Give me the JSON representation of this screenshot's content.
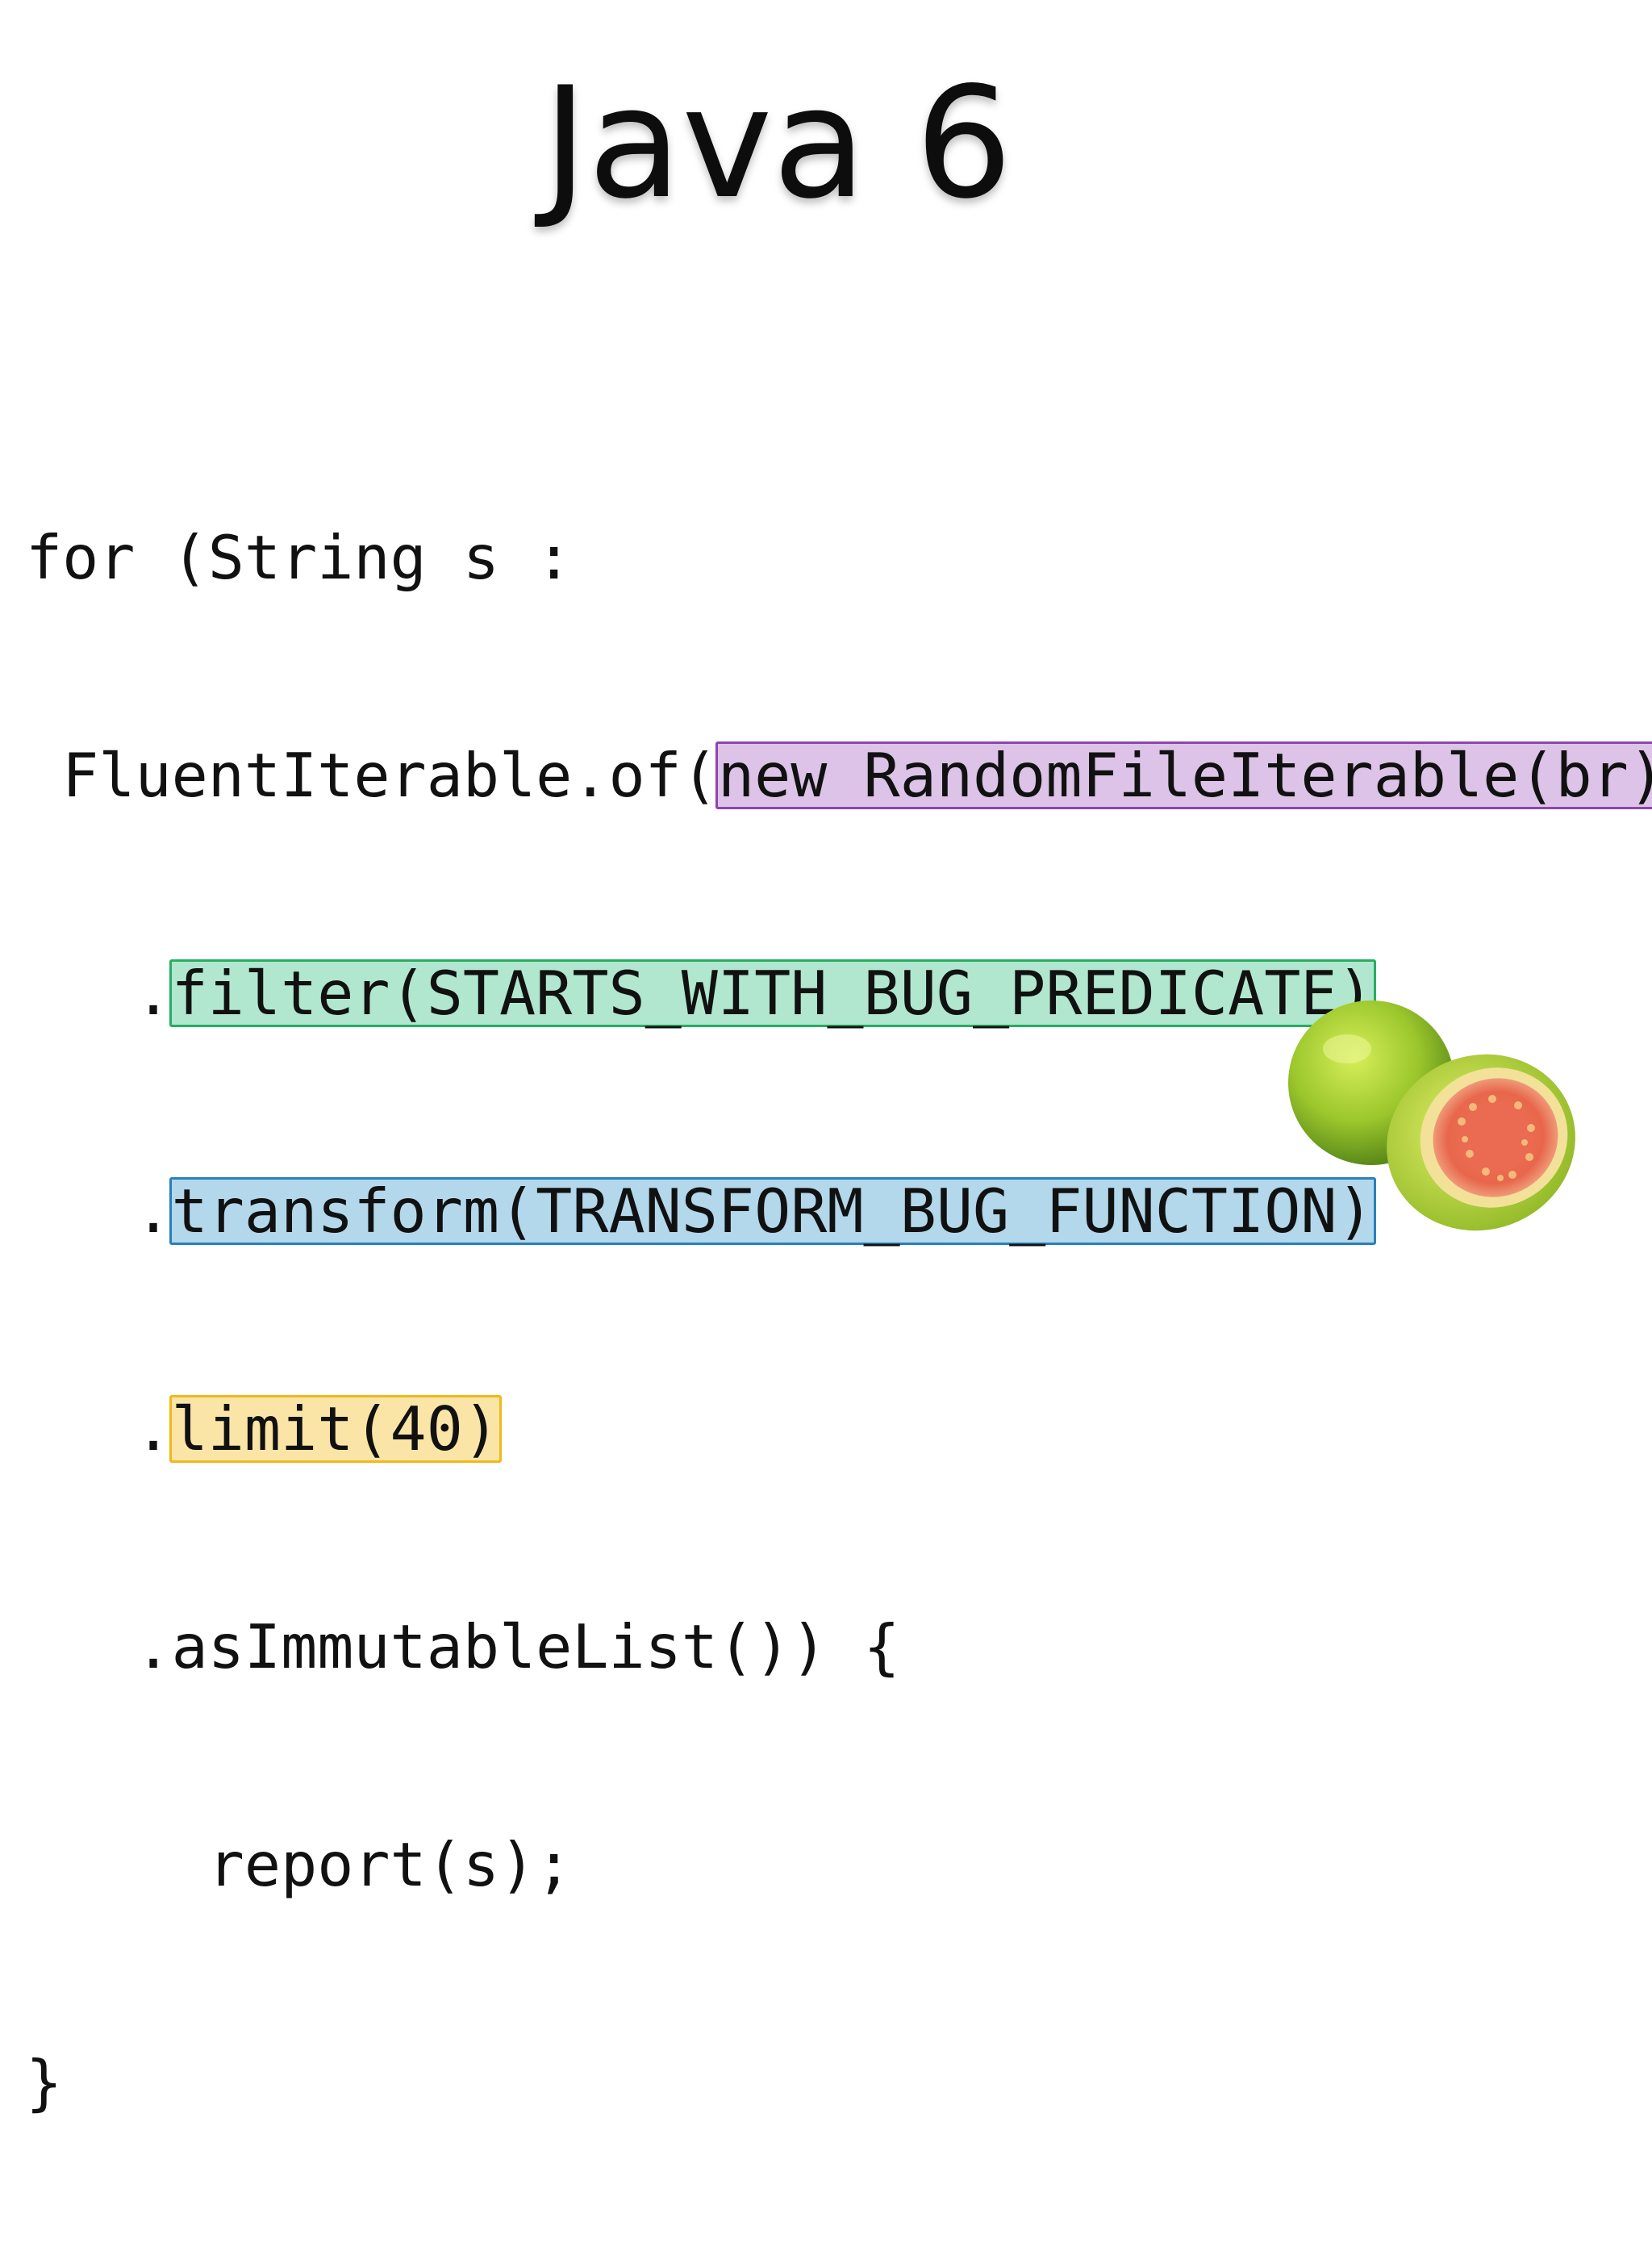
{
  "slide": {
    "title": "Java 6",
    "code": {
      "line1": "for (String s :",
      "line2_prefix": " FluentIterable.of(",
      "line2_highlight": "new RandomFileIterable(br)",
      "line2_suffix": ")",
      "line3_prefix": "   .",
      "line3_highlight": "filter(STARTS_WITH_BUG_PREDICATE)",
      "line4_prefix": "   .",
      "line4_highlight": "transform(TRANSFORM_BUG_FUNCTION)",
      "line5_prefix": "   .",
      "line5_highlight": "limit(40)",
      "line6": "   .asImmutableList()) {",
      "line7": "     report(s);",
      "line8": "}"
    },
    "highlight_colors": {
      "source": "#dcc3e7",
      "filter": "#b1e7cf",
      "transform": "#b3d7eb",
      "limit": "#fae5a6"
    },
    "image": "guava-fruit-image"
  }
}
